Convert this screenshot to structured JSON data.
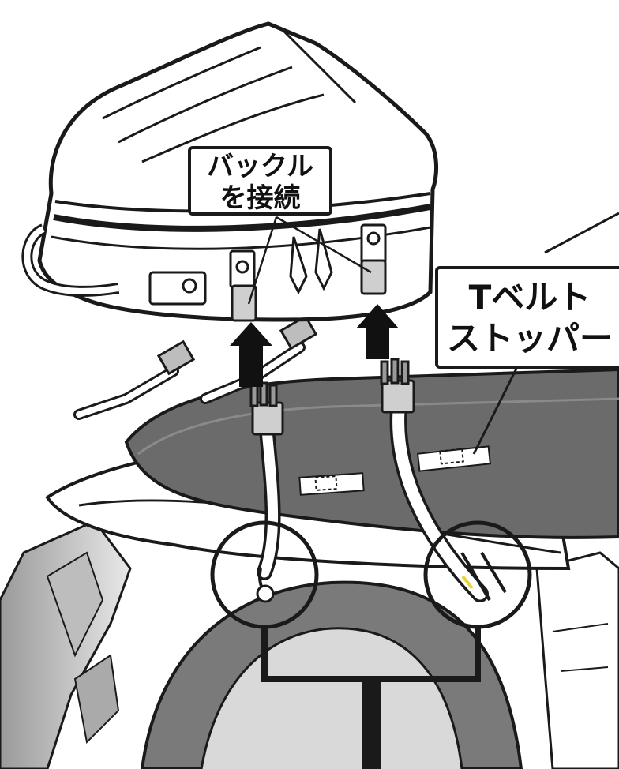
{
  "colors": {
    "ink": "#1a1a1a",
    "seat": "#6b6b6b",
    "tire": "#7a7a7a",
    "bag": "#ffffff",
    "arrow": "#111111"
  },
  "callouts": {
    "buckle": {
      "line1": "バックル",
      "line2": "を接続"
    },
    "tbelt": {
      "line1": "Tベルト",
      "line2": "ストッパー"
    }
  },
  "icons": [
    "up-arrow-icon",
    "up-arrow-icon"
  ]
}
